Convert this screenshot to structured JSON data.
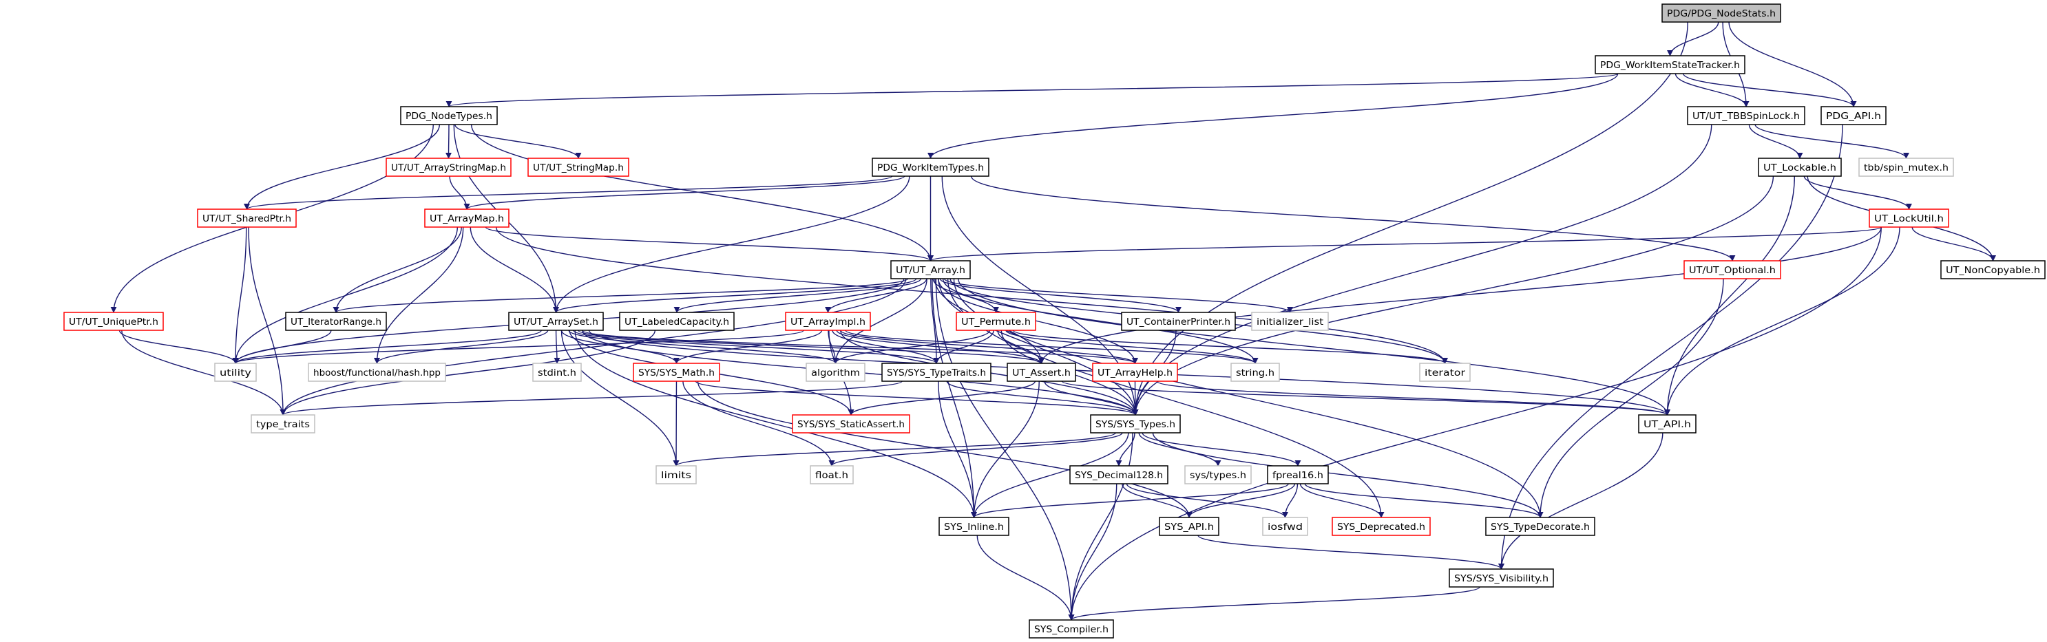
{
  "colors": {
    "edge": "#191970",
    "normal_border": "#000000",
    "truncated_border": "#ff0000",
    "external_border": "#bfbfbf",
    "root_fill": "#bfbfbf"
  },
  "nodes": [
    {
      "id": "nodestats",
      "label": "PDG/PDG_NodeStats.h",
      "kind": "root"
    },
    {
      "id": "tracker",
      "label": "PDG_WorkItemStateTracker.h",
      "kind": "normal"
    },
    {
      "id": "nodetypes",
      "label": "PDG_NodeTypes.h",
      "kind": "normal"
    },
    {
      "id": "tbb",
      "label": "UT/UT_TBBSpinLock.h",
      "kind": "normal"
    },
    {
      "id": "pdgapi",
      "label": "PDG_API.h",
      "kind": "normal"
    },
    {
      "id": "worktypes",
      "label": "PDG_WorkItemTypes.h",
      "kind": "normal"
    },
    {
      "id": "arraystringmap",
      "label": "UT/UT_ArrayStringMap.h",
      "kind": "truncated"
    },
    {
      "id": "stringmap",
      "label": "UT/UT_StringMap.h",
      "kind": "truncated"
    },
    {
      "id": "lockable",
      "label": "UT_Lockable.h",
      "kind": "normal"
    },
    {
      "id": "spinmutex",
      "label": "tbb/spin_mutex.h",
      "kind": "external"
    },
    {
      "id": "sharedptr",
      "label": "UT/UT_SharedPtr.h",
      "kind": "truncated"
    },
    {
      "id": "arraymap",
      "label": "UT_ArrayMap.h",
      "kind": "truncated"
    },
    {
      "id": "lockutil",
      "label": "UT_LockUtil.h",
      "kind": "truncated"
    },
    {
      "id": "utarray",
      "label": "UT/UT_Array.h",
      "kind": "normal"
    },
    {
      "id": "optional",
      "label": "UT/UT_Optional.h",
      "kind": "truncated"
    },
    {
      "id": "noncopyable",
      "label": "UT_NonCopyable.h",
      "kind": "normal"
    },
    {
      "id": "uniqueptr",
      "label": "UT/UT_UniquePtr.h",
      "kind": "truncated"
    },
    {
      "id": "iterrange",
      "label": "UT_IteratorRange.h",
      "kind": "normal"
    },
    {
      "id": "arrayset",
      "label": "UT/UT_ArraySet.h",
      "kind": "normal"
    },
    {
      "id": "labeledcap",
      "label": "UT_LabeledCapacity.h",
      "kind": "normal"
    },
    {
      "id": "arrayimpl",
      "label": "UT_ArrayImpl.h",
      "kind": "truncated"
    },
    {
      "id": "permute",
      "label": "UT_Permute.h",
      "kind": "truncated"
    },
    {
      "id": "containerprinter",
      "label": "UT_ContainerPrinter.h",
      "kind": "normal"
    },
    {
      "id": "initlist",
      "label": "initializer_list",
      "kind": "external"
    },
    {
      "id": "utility",
      "label": "utility",
      "kind": "external"
    },
    {
      "id": "hboost",
      "label": "hboost/functional/hash.hpp",
      "kind": "external"
    },
    {
      "id": "stdint",
      "label": "stdint.h",
      "kind": "external"
    },
    {
      "id": "sysmath",
      "label": "SYS/SYS_Math.h",
      "kind": "truncated"
    },
    {
      "id": "algorithm",
      "label": "algorithm",
      "kind": "external"
    },
    {
      "id": "typetraitsh",
      "label": "SYS/SYS_TypeTraits.h",
      "kind": "normal"
    },
    {
      "id": "utassert",
      "label": "UT_Assert.h",
      "kind": "normal"
    },
    {
      "id": "arrayhelp",
      "label": "UT_ArrayHelp.h",
      "kind": "truncated"
    },
    {
      "id": "stringh",
      "label": "string.h",
      "kind": "external"
    },
    {
      "id": "iterator",
      "label": "iterator",
      "kind": "external"
    },
    {
      "id": "type_traits",
      "label": "type_traits",
      "kind": "external"
    },
    {
      "id": "staticassert",
      "label": "SYS/SYS_StaticAssert.h",
      "kind": "truncated"
    },
    {
      "id": "systypes",
      "label": "SYS/SYS_Types.h",
      "kind": "normal"
    },
    {
      "id": "utapi",
      "label": "UT_API.h",
      "kind": "normal"
    },
    {
      "id": "limits",
      "label": "limits",
      "kind": "external"
    },
    {
      "id": "floath",
      "label": "float.h",
      "kind": "external"
    },
    {
      "id": "decimal128",
      "label": "SYS_Decimal128.h",
      "kind": "normal"
    },
    {
      "id": "systypesh",
      "label": "sys/types.h",
      "kind": "external"
    },
    {
      "id": "fpreal16",
      "label": "fpreal16.h",
      "kind": "normal"
    },
    {
      "id": "sysinline",
      "label": "SYS_Inline.h",
      "kind": "normal"
    },
    {
      "id": "sysapi",
      "label": "SYS_API.h",
      "kind": "normal"
    },
    {
      "id": "iosfwd",
      "label": "iosfwd",
      "kind": "external"
    },
    {
      "id": "deprecated",
      "label": "SYS_Deprecated.h",
      "kind": "truncated"
    },
    {
      "id": "typedecorate",
      "label": "SYS_TypeDecorate.h",
      "kind": "normal"
    },
    {
      "id": "visibility",
      "label": "SYS/SYS_Visibility.h",
      "kind": "normal"
    },
    {
      "id": "compiler",
      "label": "SYS_Compiler.h",
      "kind": "normal"
    }
  ],
  "edges": [
    [
      "nodestats",
      "tracker"
    ],
    [
      "nodestats",
      "tbb"
    ],
    [
      "nodestats",
      "pdgapi"
    ],
    [
      "nodestats",
      "systypes"
    ],
    [
      "tracker",
      "nodetypes"
    ],
    [
      "tracker",
      "worktypes"
    ],
    [
      "tracker",
      "tbb"
    ],
    [
      "tracker",
      "pdgapi"
    ],
    [
      "pdgapi",
      "visibility"
    ],
    [
      "tbb",
      "lockable"
    ],
    [
      "tbb",
      "spinmutex"
    ],
    [
      "tbb",
      "systypes"
    ],
    [
      "lockable",
      "lockutil"
    ],
    [
      "lockable",
      "noncopyable"
    ],
    [
      "lockable",
      "utapi"
    ],
    [
      "lockable",
      "systypes"
    ],
    [
      "lockutil",
      "utarray"
    ],
    [
      "lockutil",
      "noncopyable"
    ],
    [
      "lockutil",
      "utapi"
    ],
    [
      "lockutil",
      "compiler"
    ],
    [
      "lockutil",
      "utassert"
    ],
    [
      "nodetypes",
      "arraystringmap"
    ],
    [
      "nodetypes",
      "stringmap"
    ],
    [
      "nodetypes",
      "sharedptr"
    ],
    [
      "nodetypes",
      "uniqueptr"
    ],
    [
      "nodetypes",
      "arrayset"
    ],
    [
      "nodetypes",
      "utarray"
    ],
    [
      "arraystringmap",
      "arraymap"
    ],
    [
      "worktypes",
      "sharedptr"
    ],
    [
      "worktypes",
      "arraymap"
    ],
    [
      "worktypes",
      "utarray"
    ],
    [
      "worktypes",
      "arrayset"
    ],
    [
      "worktypes",
      "optional"
    ],
    [
      "worktypes",
      "systypes"
    ],
    [
      "sharedptr",
      "utility"
    ],
    [
      "sharedptr",
      "type_traits"
    ],
    [
      "arraymap",
      "utarray"
    ],
    [
      "arraymap",
      "arrayset"
    ],
    [
      "arraymap",
      "iterrange"
    ],
    [
      "arraymap",
      "utility"
    ],
    [
      "arraymap",
      "hboost"
    ],
    [
      "arraymap",
      "iterator"
    ],
    [
      "optional",
      "typedecorate"
    ],
    [
      "utarray",
      "arrayimpl"
    ],
    [
      "utarray",
      "permute"
    ],
    [
      "utarray",
      "containerprinter"
    ],
    [
      "utarray",
      "initlist"
    ],
    [
      "utarray",
      "labeledcap"
    ],
    [
      "utarray",
      "iterrange"
    ],
    [
      "utarray",
      "arrayset"
    ],
    [
      "utarray",
      "utility"
    ],
    [
      "utarray",
      "type_traits"
    ],
    [
      "utarray",
      "algorithm"
    ],
    [
      "utarray",
      "typetraitsh"
    ],
    [
      "utarray",
      "utassert"
    ],
    [
      "utarray",
      "arrayhelp"
    ],
    [
      "utarray",
      "stringh"
    ],
    [
      "utarray",
      "iterator"
    ],
    [
      "utarray",
      "systypes"
    ],
    [
      "utarray",
      "utapi"
    ],
    [
      "utarray",
      "deprecated"
    ],
    [
      "utarray",
      "typedecorate"
    ],
    [
      "utarray",
      "sysinline"
    ],
    [
      "utarray",
      "compiler"
    ],
    [
      "uniqueptr",
      "utility"
    ],
    [
      "uniqueptr",
      "type_traits"
    ],
    [
      "iterrange",
      "utility"
    ],
    [
      "arrayset",
      "utility"
    ],
    [
      "arrayset",
      "hboost"
    ],
    [
      "arrayset",
      "stdint"
    ],
    [
      "arrayset",
      "sysmath"
    ],
    [
      "arrayset",
      "algorithm"
    ],
    [
      "arrayset",
      "typetraitsh"
    ],
    [
      "arrayset",
      "utassert"
    ],
    [
      "arrayset",
      "arrayhelp"
    ],
    [
      "arrayset",
      "systypes"
    ],
    [
      "arrayset",
      "staticassert"
    ],
    [
      "arrayset",
      "limits"
    ],
    [
      "arrayset",
      "sysinline"
    ],
    [
      "arrayset",
      "utapi"
    ],
    [
      "labeledcap",
      "type_traits"
    ],
    [
      "arrayimpl",
      "utility"
    ],
    [
      "arrayimpl",
      "algorithm"
    ],
    [
      "arrayimpl",
      "sysmath"
    ],
    [
      "arrayimpl",
      "typetraitsh"
    ],
    [
      "arrayimpl",
      "utassert"
    ],
    [
      "arrayimpl",
      "arrayhelp"
    ],
    [
      "arrayimpl",
      "stringh"
    ],
    [
      "arrayimpl",
      "systypes"
    ],
    [
      "arrayimpl",
      "staticassert"
    ],
    [
      "permute",
      "algorithm"
    ],
    [
      "permute",
      "typetraitsh"
    ],
    [
      "permute",
      "utassert"
    ],
    [
      "permute",
      "stringh"
    ],
    [
      "permute",
      "iterator"
    ],
    [
      "permute",
      "systypes"
    ],
    [
      "containerprinter",
      "systypes"
    ],
    [
      "sysmath",
      "limits"
    ],
    [
      "sysmath",
      "floath"
    ],
    [
      "sysmath",
      "systypes"
    ],
    [
      "sysmath",
      "sysapi"
    ],
    [
      "typetraitsh",
      "type_traits"
    ],
    [
      "typetraitsh",
      "sysinline"
    ],
    [
      "typetraitsh",
      "systypes"
    ],
    [
      "utassert",
      "staticassert"
    ],
    [
      "utassert",
      "sysinline"
    ],
    [
      "utassert",
      "utapi"
    ],
    [
      "utassert",
      "systypes"
    ],
    [
      "arrayhelp",
      "systypes"
    ],
    [
      "arrayhelp",
      "utapi"
    ],
    [
      "systypes",
      "limits"
    ],
    [
      "systypes",
      "floath"
    ],
    [
      "systypes",
      "decimal128"
    ],
    [
      "systypes",
      "systypesh"
    ],
    [
      "systypes",
      "fpreal16"
    ],
    [
      "systypes",
      "sysinline"
    ],
    [
      "systypes",
      "compiler"
    ],
    [
      "systypes",
      "typedecorate"
    ],
    [
      "decimal128",
      "sysapi"
    ],
    [
      "decimal128",
      "iosfwd"
    ],
    [
      "decimal128",
      "compiler"
    ],
    [
      "fpreal16",
      "sysinline"
    ],
    [
      "fpreal16",
      "sysapi"
    ],
    [
      "fpreal16",
      "iosfwd"
    ],
    [
      "fpreal16",
      "deprecated"
    ],
    [
      "fpreal16",
      "typedecorate"
    ],
    [
      "sysinline",
      "compiler"
    ],
    [
      "sysapi",
      "visibility"
    ],
    [
      "utapi",
      "visibility"
    ],
    [
      "visibility",
      "compiler"
    ]
  ]
}
